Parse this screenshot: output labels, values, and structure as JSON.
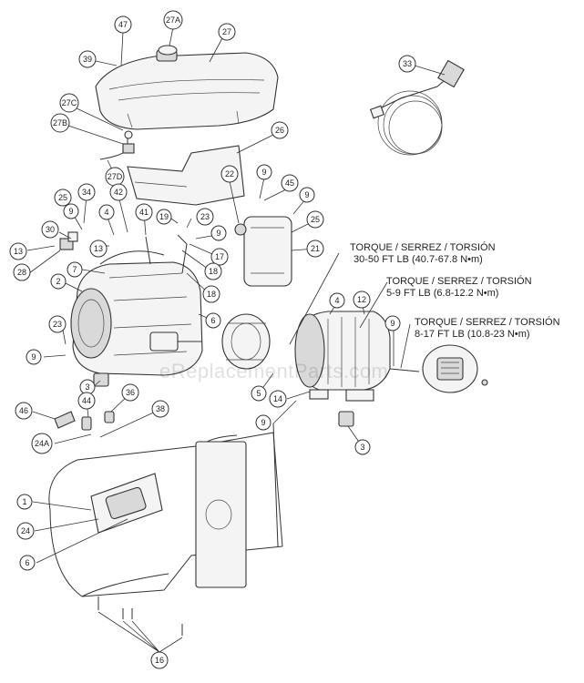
{
  "callouts": [
    {
      "label": "47"
    },
    {
      "label": "27A"
    },
    {
      "label": "27"
    },
    {
      "label": "39"
    },
    {
      "label": "27C"
    },
    {
      "label": "27B"
    },
    {
      "label": "26"
    },
    {
      "label": "27D"
    },
    {
      "label": "22"
    },
    {
      "label": "9"
    },
    {
      "label": "45"
    },
    {
      "label": "9"
    },
    {
      "label": "25"
    },
    {
      "label": "34"
    },
    {
      "label": "42"
    },
    {
      "label": "9"
    },
    {
      "label": "4"
    },
    {
      "label": "41"
    },
    {
      "label": "19"
    },
    {
      "label": "23"
    },
    {
      "label": "25"
    },
    {
      "label": "30"
    },
    {
      "label": "13"
    },
    {
      "label": "9"
    },
    {
      "label": "21"
    },
    {
      "label": "17"
    },
    {
      "label": "13"
    },
    {
      "label": "28"
    },
    {
      "label": "7"
    },
    {
      "label": "18"
    },
    {
      "label": "2"
    },
    {
      "label": "18"
    },
    {
      "label": "6"
    },
    {
      "label": "23"
    },
    {
      "label": "9"
    },
    {
      "label": "4"
    },
    {
      "label": "12"
    },
    {
      "label": "9"
    },
    {
      "label": "3"
    },
    {
      "label": "5"
    },
    {
      "label": "14"
    },
    {
      "label": "44"
    },
    {
      "label": "36"
    },
    {
      "label": "38"
    },
    {
      "label": "46"
    },
    {
      "label": "24A"
    },
    {
      "label": "9"
    },
    {
      "label": "3"
    },
    {
      "label": "1"
    },
    {
      "label": "24"
    },
    {
      "label": "6"
    },
    {
      "label": "16"
    },
    {
      "label": "33"
    }
  ],
  "torque_notes": [
    {
      "line1": "TORQUE / SERREZ / TORSIÓN",
      "line2": "30-50 FT LB (40.7-67.8 N•m)"
    },
    {
      "line1": "TORQUE / SERREZ / TORSIÓN",
      "line2": "5-9 FT LB (6.8-12.2 N•m)"
    },
    {
      "line1": "TORQUE / SERREZ / TORSIÓN",
      "line2": "8-17 FT LB (10.8-23 N•m)"
    }
  ],
  "watermark": "eReplacementParts.com"
}
